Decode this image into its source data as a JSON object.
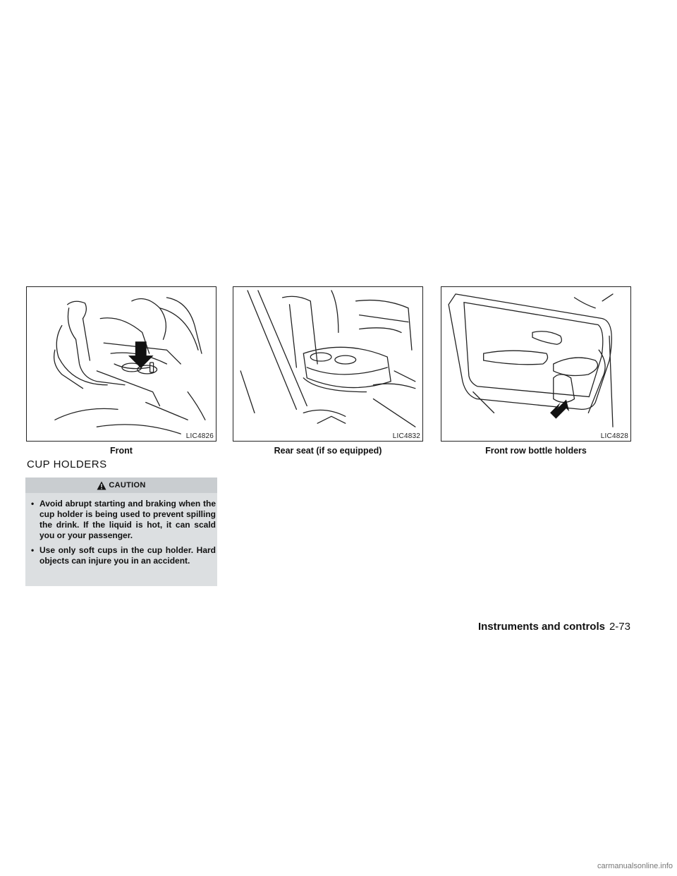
{
  "figures": [
    {
      "code": "LIC4826",
      "caption": "Front"
    },
    {
      "code": "LIC4832",
      "caption": "Rear seat (if so equipped)"
    },
    {
      "code": "LIC4828",
      "caption": "Front row bottle holders"
    }
  ],
  "section": {
    "title": "CUP HOLDERS"
  },
  "caution": {
    "heading": "CAUTION",
    "items": [
      {
        "bullet": "•",
        "text": "Avoid abrupt starting and braking when the cup holder is being used to prevent spilling the drink. If the liquid is hot, it can scald you or your passenger."
      },
      {
        "bullet": "•",
        "text": "Use only soft cups in the cup holder. Hard objects can injure you in an accident."
      }
    ]
  },
  "footer": {
    "section": "Instruments and controls",
    "page": "2-73"
  },
  "watermark": "carmanualsonline.info"
}
